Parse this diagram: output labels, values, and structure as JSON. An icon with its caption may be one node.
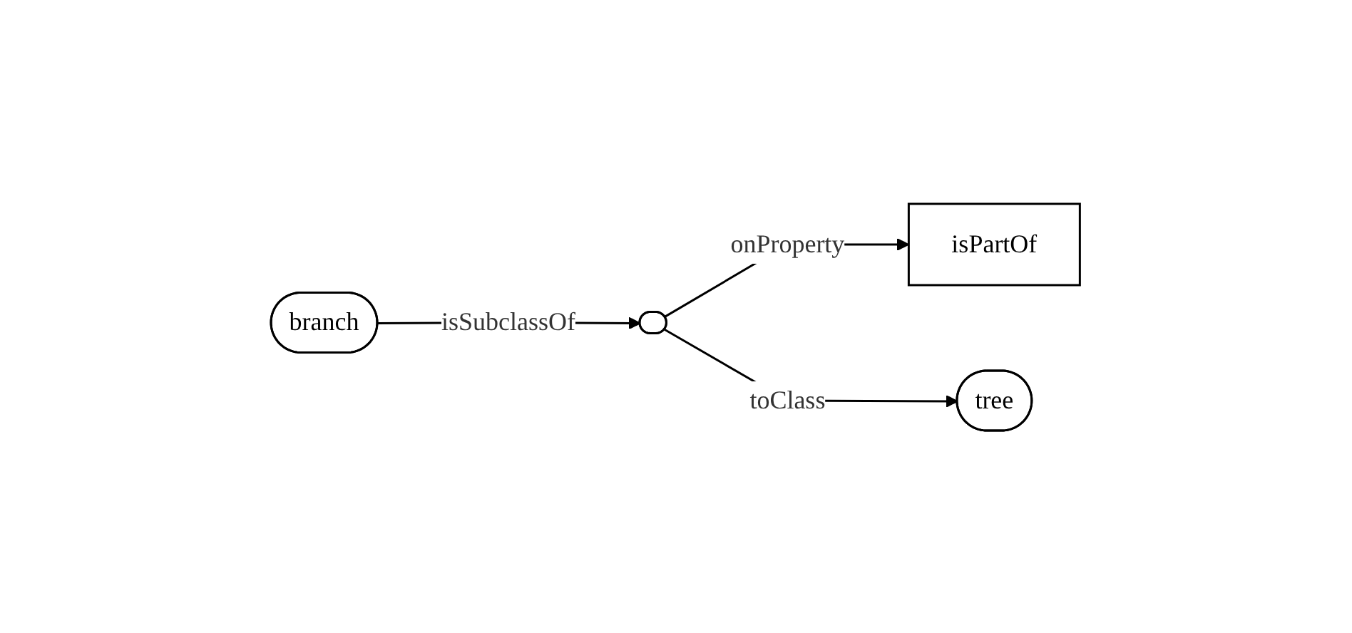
{
  "diagram": {
    "nodes": [
      {
        "text": [
          "branch"
        ]
      },
      {
        "text": [],
        "shape": "ellipse"
      },
      {
        "text": [
          "isPartOf"
        ]
      },
      {
        "text": [
          "tree"
        ]
      }
    ],
    "edges": [
      {
        "from": 0,
        "to": 1,
        "arrow": "to",
        "label": "isSubclassOf"
      },
      {
        "from": 1,
        "to": 2,
        "arrow": "to",
        "label": "onProperty"
      },
      {
        "from": 1,
        "to": 3,
        "arrow": "to",
        "label": "toClass"
      }
    ]
  }
}
